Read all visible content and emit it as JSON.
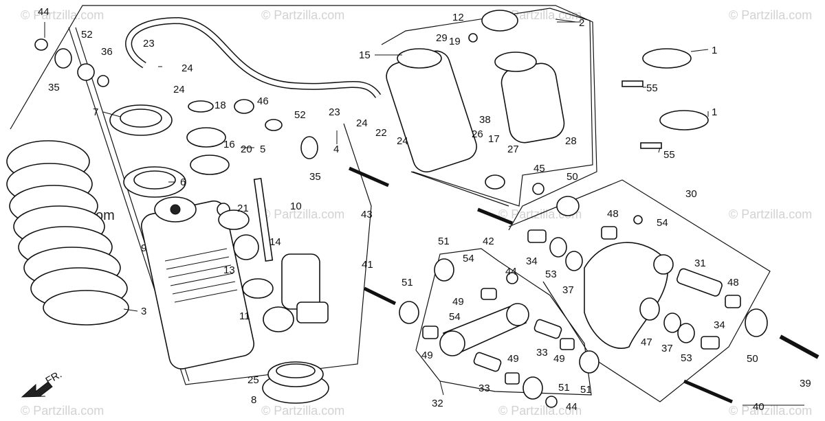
{
  "watermark": "© Partzilla.com",
  "watermark_prominent": "© Partzilla.com",
  "direction_label": "FR.",
  "labels": [
    "1",
    "1",
    "2",
    "3",
    "4",
    "5",
    "6",
    "7",
    "8",
    "9",
    "10",
    "11",
    "12",
    "13",
    "14",
    "15",
    "16",
    "17",
    "18",
    "19",
    "20",
    "21",
    "22",
    "23",
    "23",
    "24",
    "24",
    "24",
    "24",
    "25",
    "26",
    "27",
    "28",
    "29",
    "30",
    "31",
    "32",
    "33",
    "33",
    "34",
    "34",
    "35",
    "35",
    "36",
    "37",
    "37",
    "38",
    "39",
    "40",
    "41",
    "42",
    "43",
    "44",
    "44",
    "44",
    "45",
    "46",
    "47",
    "48",
    "48",
    "49",
    "49",
    "49",
    "49",
    "50",
    "50",
    "51",
    "51",
    "51",
    "51",
    "52",
    "52",
    "53",
    "53",
    "54",
    "54",
    "54",
    "55",
    "55"
  ]
}
